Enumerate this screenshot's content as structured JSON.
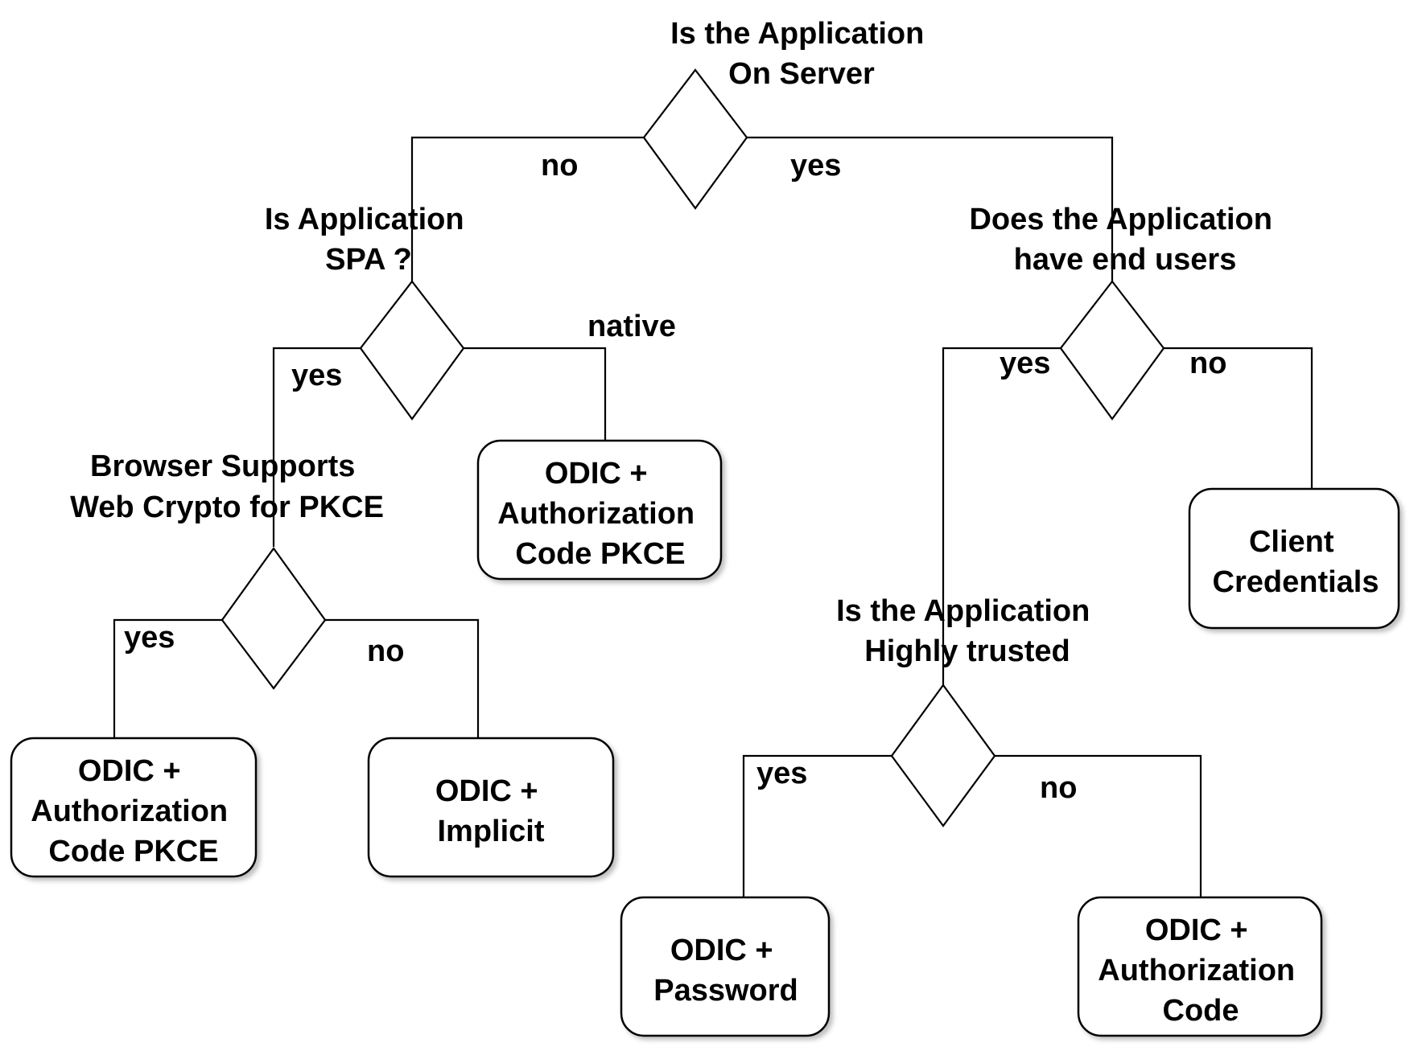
{
  "decisions": {
    "on_server": {
      "line1": "Is the Application",
      "line2": "On Server"
    },
    "is_spa": {
      "line1": "Is Application",
      "line2": "SPA ?"
    },
    "end_users": {
      "line1": "Does the Application",
      "line2": "have end users"
    },
    "web_crypto": {
      "line1": "Browser Supports",
      "line2": "Web Crypto for PKCE"
    },
    "highly_trusted": {
      "line1": "Is the Application",
      "line2": "Highly trusted"
    }
  },
  "edges": {
    "on_server_no": "no",
    "on_server_yes": "yes",
    "spa_yes": "yes",
    "spa_native": "native",
    "end_users_yes": "yes",
    "end_users_no": "no",
    "web_crypto_yes": "yes",
    "web_crypto_no": "no",
    "trusted_yes": "yes",
    "trusted_no": "no"
  },
  "outcomes": {
    "native_pkce": {
      "line1": "ODIC +",
      "line2": "Authorization",
      "line3": "Code PKCE"
    },
    "client_credentials": {
      "line1": "Client",
      "line2": "Credentials"
    },
    "spa_pkce": {
      "line1": "ODIC +",
      "line2": "Authorization",
      "line3": "Code PKCE"
    },
    "implicit": {
      "line1": "ODIC +",
      "line2": "Implicit"
    },
    "password": {
      "line1": "ODIC +",
      "line2": "Password"
    },
    "auth_code": {
      "line1": "ODIC +",
      "line2": "Authorization",
      "line3": "Code"
    }
  }
}
